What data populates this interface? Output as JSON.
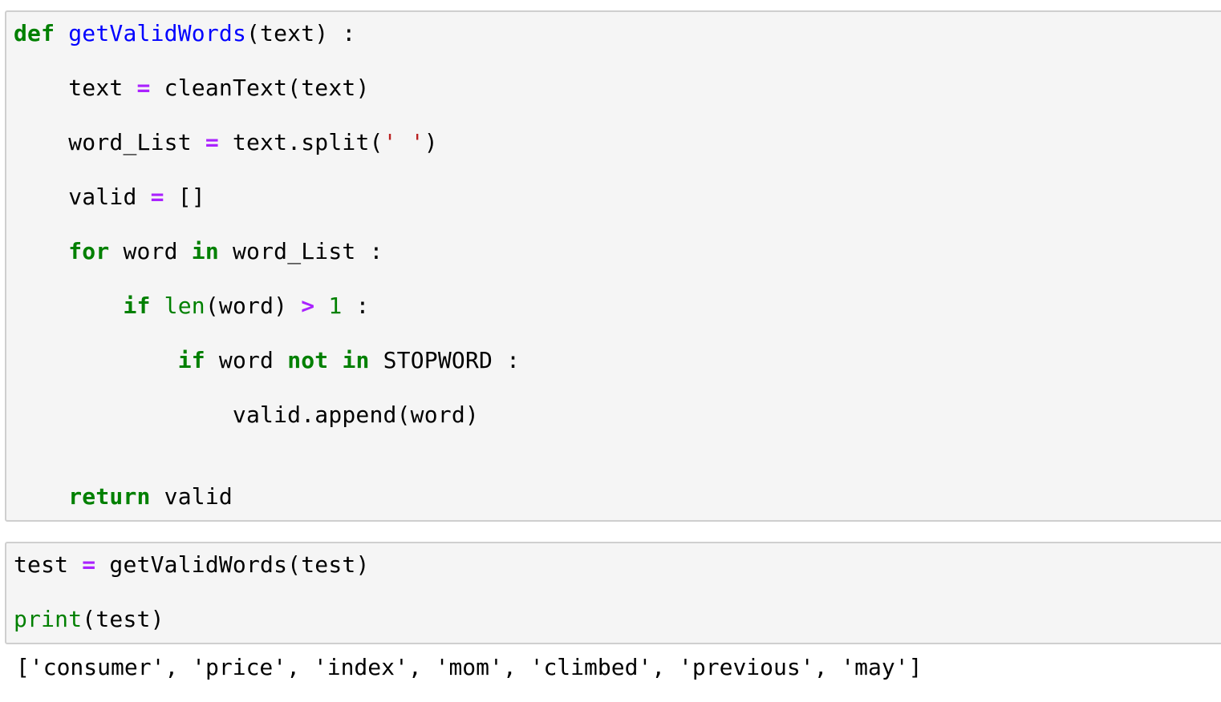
{
  "cell1": {
    "lines": [
      {
        "t1": "def",
        "t2": " ",
        "t3": "getValidWords",
        "t4": "(text) :"
      },
      {
        "t1": "    text ",
        "t2": "=",
        "t3": " cleanText(text)"
      },
      {
        "t1": "    word_List ",
        "t2": "=",
        "t3": " text.split(",
        "t4": "' '",
        "t5": ")"
      },
      {
        "t1": "    valid ",
        "t2": "=",
        "t3": " []"
      },
      {
        "t1": "    ",
        "t2": "for",
        "t3": " word ",
        "t4": "in",
        "t5": " word_List :"
      },
      {
        "t1": "        ",
        "t2": "if",
        "t3": " ",
        "t4": "len",
        "t5": "(word) ",
        "t6": ">",
        "t7": " ",
        "t8": "1",
        "t9": " :"
      },
      {
        "t1": "            ",
        "t2": "if",
        "t3": " word ",
        "t4": "not",
        "t5": " ",
        "t6": "in",
        "t7": " STOPWORD :"
      },
      {
        "t1": "                valid.append(word)"
      },
      {
        "t1": "    ",
        "t2": "return",
        "t3": " valid"
      }
    ]
  },
  "cell2": {
    "lines": [
      {
        "t1": "test ",
        "t2": "=",
        "t3": " getValidWords(test)"
      },
      {
        "t1": "print",
        "t2": "(test)"
      }
    ]
  },
  "output": {
    "text": "['consumer', 'price', 'index', 'mom', 'climbed', 'previous', 'may']"
  },
  "colors": {
    "keyword": "#008000",
    "function_name": "#0000ff",
    "operator": "#aa22ff",
    "string": "#ba2121",
    "cell_background": "#f5f5f5",
    "cell_border": "#cfcfcf"
  }
}
